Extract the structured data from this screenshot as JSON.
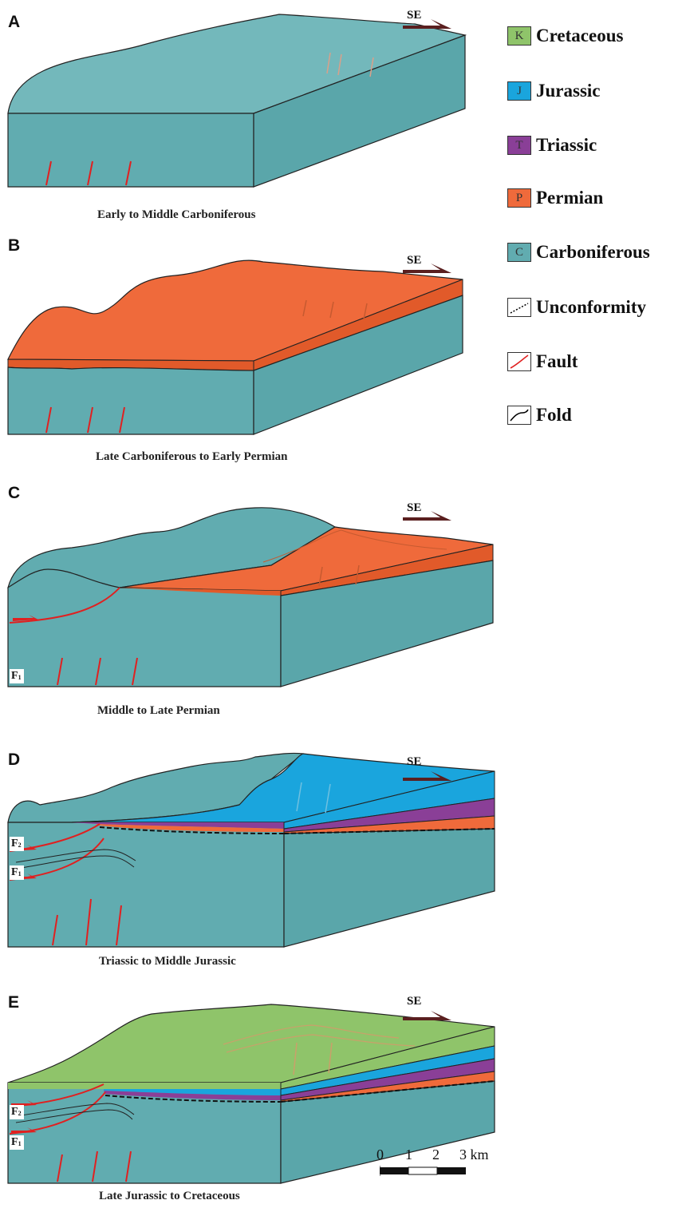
{
  "orientation_label": "SE",
  "panels": [
    {
      "letter": "A",
      "caption": "Early to Middle Carboniferous"
    },
    {
      "letter": "B",
      "caption": "Late Carboniferous to Early Permian"
    },
    {
      "letter": "C",
      "caption": "Middle to Late Permian"
    },
    {
      "letter": "D",
      "caption": "Triassic to Middle Jurassic"
    },
    {
      "letter": "E",
      "caption": "Late Jurassic to Cretaceous"
    }
  ],
  "fault_labels": {
    "f1": "F",
    "f1_sub": "1",
    "f2": "F",
    "f2_sub": "2"
  },
  "legend": [
    {
      "symbol": "K",
      "label": "Cretaceous",
      "color": "#8fc46a",
      "icon": "swatch"
    },
    {
      "symbol": "J",
      "label": "Jurassic",
      "color": "#1aa5dd",
      "icon": "swatch"
    },
    {
      "symbol": "T",
      "label": "Triassic",
      "color": "#8a3f97",
      "icon": "swatch"
    },
    {
      "symbol": "P",
      "label": "Permian",
      "color": "#ef6a3b",
      "icon": "swatch"
    },
    {
      "symbol": "C",
      "label": "Carboniferous",
      "color": "#61acb0",
      "icon": "swatch"
    },
    {
      "symbol": "",
      "label": "Unconformity",
      "color": "#000000",
      "icon": "dashed-line-icon"
    },
    {
      "symbol": "",
      "label": "Fault",
      "color": "#e02020",
      "icon": "red-line-icon"
    },
    {
      "symbol": "",
      "label": "Fold",
      "color": "#000000",
      "icon": "curve-icon"
    }
  ],
  "scale": {
    "ticks": [
      "0",
      "1",
      "2",
      "3 km"
    ]
  },
  "colors": {
    "carboniferous": "#61acb0",
    "carboniferous_top": "#73b8bb",
    "permian": "#ef6a3b",
    "permian_side": "#e15a2a",
    "triassic": "#8a3f97",
    "jurassic": "#1aa5dd",
    "cretaceous": "#8fc46a",
    "fault": "#e02020",
    "arrow": "#5a1f1f"
  }
}
